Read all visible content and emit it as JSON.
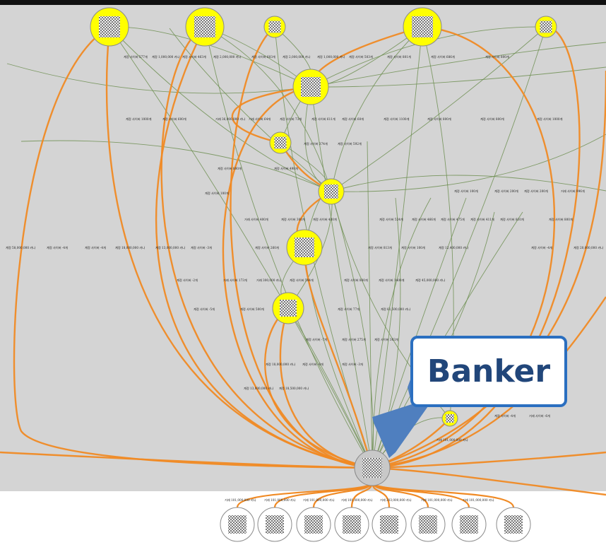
{
  "callout": {
    "label": "Banker"
  },
  "colors": {
    "background": "#d4d4d4",
    "node_fill": "#ffff00",
    "banker_fill": "#c8c8c8",
    "customer_fill": "#ffffff",
    "edge_orange": "#f08a24",
    "edge_green": "#6f8f52",
    "callout_border": "#2b6fc0",
    "callout_text": "#21467a",
    "arrow": "#4f7fbf"
  },
  "node_icon": "checkerboard-image",
  "edge_labels": [
    "계정 58,000,000 카나",
    "계정 사이버 -4개",
    "계정 사이버 -4개",
    "계정 18,000,000 카나",
    "계정 13,000,000 카나",
    "계정 사이버 -3개",
    "계정 사이버 577개",
    "계정 1,000,000 카나",
    "계정 사이버 463개",
    "계정 2,000,000 카나",
    "계정 사이버 603개",
    "계정 2,000,000 카나",
    "계정 1,000,000 카나",
    "계정 사이버 503개",
    "계정 사이버 801개",
    "계정 사이버 686개",
    "계정 사이버 800개",
    "계정 사이버 1000개",
    "계정 사이버 600개",
    "거래 36,000,000 카나",
    "거래 사이버 64개",
    "계정 사이버 73개",
    "계정 사이버 611개",
    "계정 사이버 60개",
    "계정 사이버 1100개",
    "계정 사이버 800개",
    "계정 사이버 800개",
    "계정 사이버 1000개",
    "계정 사이버 374개",
    "계정 사이버 592개",
    "계정 사이버 800개",
    "계정 사이버 498개",
    "계정 사이버 100개",
    "계정 사이버 100개",
    "계정 사이버 200개",
    "계정 사이버 200개",
    "거래 사이버 996개",
    "거래 사이버 400개",
    "계정 사이버 300개",
    "계정 사이버 430개",
    "계정 사이버 524개",
    "계정 사이버 466개",
    "계정 사이버 475개",
    "계정 사이버 411개",
    "계정 사이버 810개",
    "계정 사이버 800개",
    "계정 사이버 260개",
    "계정 사이버 813개",
    "계정 사이버 100개",
    "계정 12,400,000 카나",
    "계정 사이버 -4개",
    "계정 20,000,000 카나",
    "계정 사이버 -2개",
    "거래 사이버 173개",
    "거래 300,000 카나",
    "계정 사이버 504개",
    "계정 사이버 800개",
    "계정 사이버 1400개",
    "계정 45,000,000 카나",
    "계정 사이버 -5개",
    "계정 사이버 500개",
    "계정 사이버 77개",
    "계정 61,500,000 카나",
    "계정 사이버 -7개",
    "계정 사이버 275개",
    "계정 사이버 303개",
    "계정 18,000,000 카나",
    "계정 사이버 -8개",
    "계정 사이버 -3개",
    "계정 13,000,000 카나",
    "계정 18,500,000 카나",
    "계정 사이버 -4개",
    "거래 사이버 -6개",
    "거래 101,000,000 카나",
    "거래 101,000,000 카나",
    "거래 101,000,000 카나",
    "거래 101,000,000 카나",
    "거래 101,000,000 카나",
    "거래 203,000,000 카나",
    "거래 101,000,000 카나",
    "거래 101,000,000 카나"
  ]
}
